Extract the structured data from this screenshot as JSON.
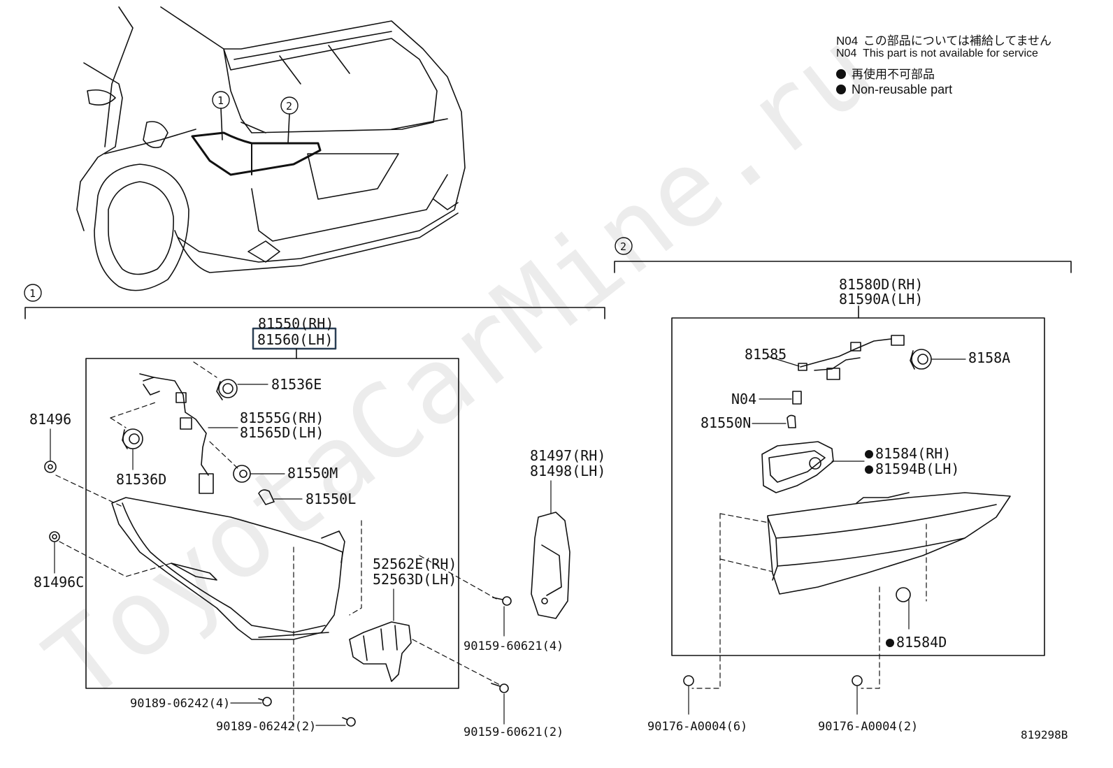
{
  "legend": {
    "jp_line": {
      "code": "N04",
      "text": "この部品については補給してません"
    },
    "en_line": {
      "code": "N04",
      "text": "This part is not available for service"
    },
    "jp_nonreusable": "再使用不可部品",
    "en_nonreusable": "Non-reusable part"
  },
  "callouts": {
    "one": "1",
    "two": "2"
  },
  "parts": {
    "p81550": "81550(RH)",
    "p81560": "81560(LH)",
    "p81536E": "81536E",
    "p81496": "81496",
    "p81555G": "81555G(RH)",
    "p81565D": "81565D(LH)",
    "p81536D": "81536D",
    "p81550M": "81550M",
    "p81550L": "81550L",
    "p81496C": "81496C",
    "p81497": "81497(RH)",
    "p81498": "81498(LH)",
    "p52562E": "52562E(RH)",
    "p52563D": "52563D(LH)",
    "p90159a": "90159-60621(4)",
    "p90189a": "90189-06242(4)",
    "p90189b": "90189-06242(2)",
    "p90159b": "90159-60621(2)",
    "p81580D": "81580D(RH)",
    "p81590A": "81590A(LH)",
    "p81585": "81585",
    "p8158A": "8158A",
    "pN04": "N04",
    "p81550N": "81550N",
    "p81584": "81584(RH)",
    "p81594B": "81594B(LH)",
    "p81584D": "81584D",
    "p90176a": "90176-A0004(6)",
    "p90176b": "90176-A0004(2)"
  },
  "diagram_id": "819298B",
  "watermark": "ToyotaCarMine.ru",
  "colors": {
    "line": "#111111",
    "highlight_box": "#2a3f55",
    "watermark": "#ececec"
  }
}
